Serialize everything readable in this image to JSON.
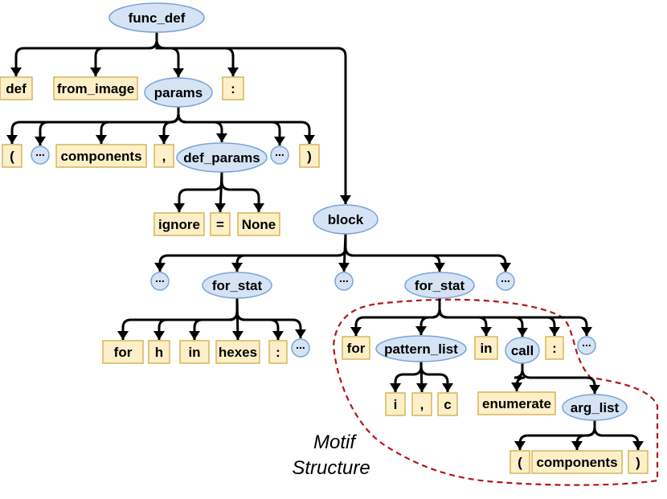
{
  "tree": {
    "func_def": "func_def",
    "def": "def",
    "from_image": "from_image",
    "params": "params",
    "colon_1": ":",
    "lparen_1": "(",
    "params_dots_1": "...",
    "components_1": "components",
    "comma_1": ",",
    "def_params": "def_params",
    "params_dots_2": "...",
    "rparen_1": ")",
    "ignore": "ignore",
    "equals": "=",
    "none": "None",
    "block": "block",
    "block_dots_1": "...",
    "for_stat_1": "for_stat",
    "block_dots_2": "...",
    "for_stat_2": "for_stat",
    "block_dots_3": "...",
    "for_1": "for",
    "h": "h",
    "in_1": "in",
    "hexes": "hexes",
    "colon_2": ":",
    "for1_dots": "...",
    "for_2": "for",
    "pattern_list": "pattern_list",
    "in_2": "in",
    "call": "call",
    "colon_3": ":",
    "for2_dots": "...",
    "i": "i",
    "comma_2": ",",
    "c": "c",
    "enumerate": "enumerate",
    "arg_list": "arg_list",
    "lparen_2": "(",
    "components_2": "components",
    "rparen_2": ")"
  },
  "motif": {
    "caption_line1": "Motif",
    "caption_line2": "Structure"
  }
}
